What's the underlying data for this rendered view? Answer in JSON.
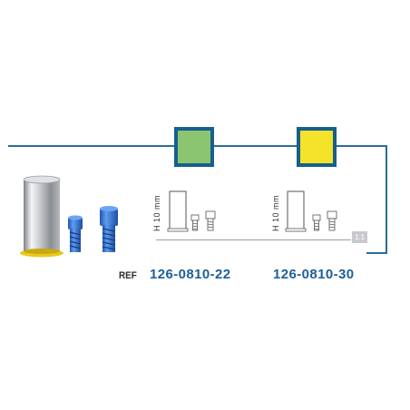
{
  "swatches": [
    {
      "color": "#8cc56f"
    },
    {
      "color": "#f4e32a"
    }
  ],
  "dimension_label": "H 10 mm",
  "scale_badge": "1:1",
  "ref_label": "REF",
  "products": [
    {
      "ref": "126-0810-22"
    },
    {
      "ref": "126-0810-30"
    }
  ],
  "colors": {
    "frame": "#2a6d97",
    "ref_text": "#1d5f97",
    "screw_blue": "#3b7ed9",
    "collar_yellow": "#e8c81f"
  }
}
